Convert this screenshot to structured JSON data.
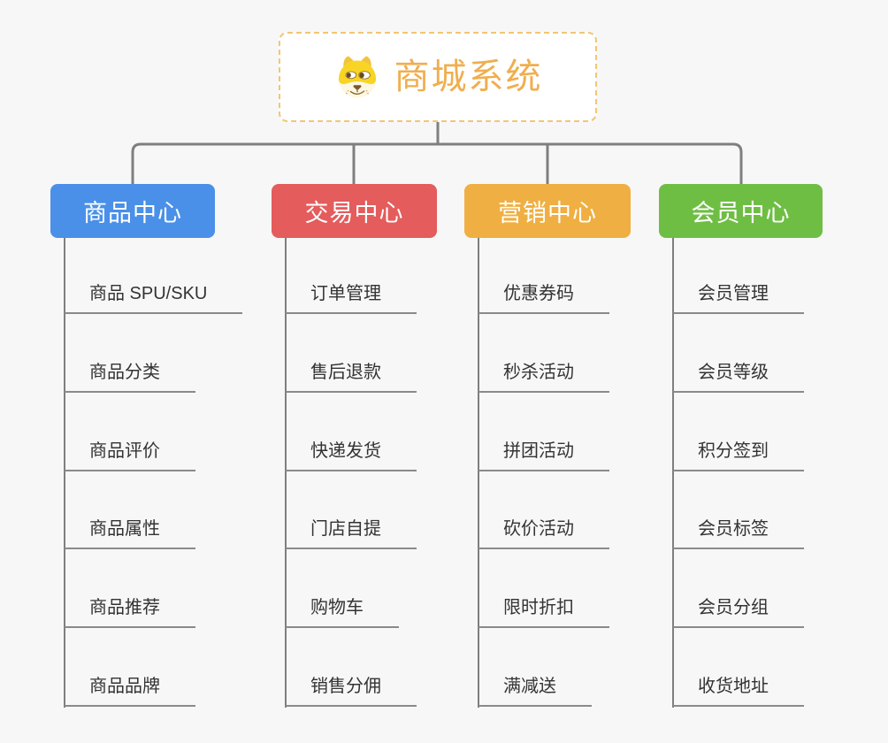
{
  "app": {
    "type": "mindmap-org-chart",
    "background_color": "#f7f7f7",
    "connector_color": "#7f7f7f",
    "leaf_underline_color": "#8a8a8a",
    "leaf_text_color": "#333333"
  },
  "root": {
    "label": "商城系统",
    "icon": "doge-dog-face",
    "text_color": "#f0ae4e",
    "border_color": "#f3c573",
    "background": "#ffffff"
  },
  "branches": [
    {
      "label": "商品中心",
      "color": "#4a90e8",
      "text_color": "#ffffff",
      "items": [
        "商品 SPU/SKU",
        "商品分类",
        "商品评价",
        "商品属性",
        "商品推荐",
        "商品品牌"
      ]
    },
    {
      "label": "交易中心",
      "color": "#e45c5c",
      "text_color": "#ffffff",
      "items": [
        "订单管理",
        "售后退款",
        "快递发货",
        "门店自提",
        "购物车",
        "销售分佣"
      ]
    },
    {
      "label": "营销中心",
      "color": "#efaf42",
      "text_color": "#ffffff",
      "items": [
        "优惠券码",
        "秒杀活动",
        "拼团活动",
        "砍价活动",
        "限时折扣",
        "满减送"
      ]
    },
    {
      "label": "会员中心",
      "color": "#6fbe44",
      "text_color": "#ffffff",
      "items": [
        "会员管理",
        "会员等级",
        "积分签到",
        "会员标签",
        "会员分组",
        "收货地址"
      ]
    }
  ]
}
